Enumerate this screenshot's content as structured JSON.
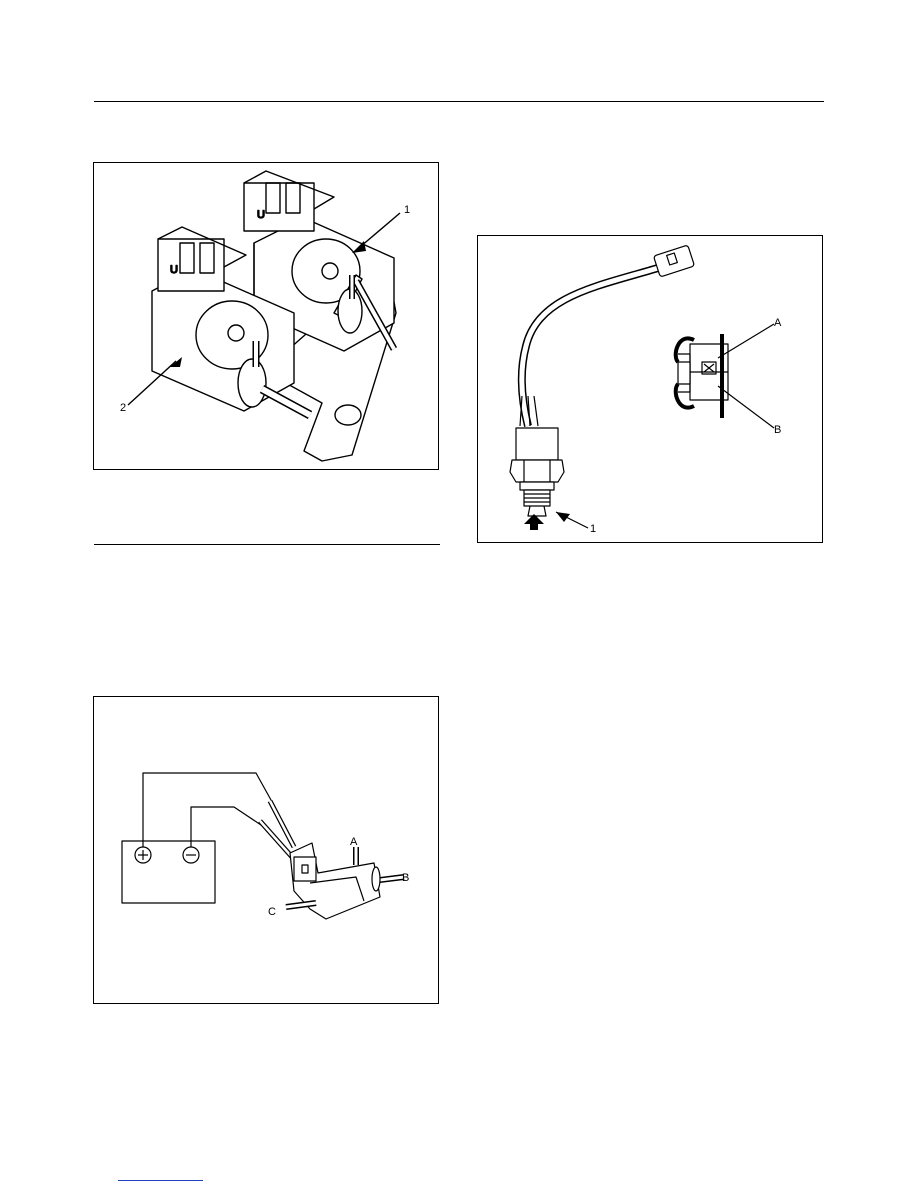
{
  "figures": {
    "solenoid_pair": {
      "callouts": [
        "1",
        "2"
      ]
    },
    "pressure_switch": {
      "callouts": [
        "A",
        "B",
        "1"
      ]
    },
    "solenoid_test": {
      "callouts": [
        "A",
        "B",
        "C"
      ],
      "battery_terminals": [
        "+",
        "−"
      ]
    }
  },
  "icons": {
    "arrow": "arrow-up-icon"
  }
}
